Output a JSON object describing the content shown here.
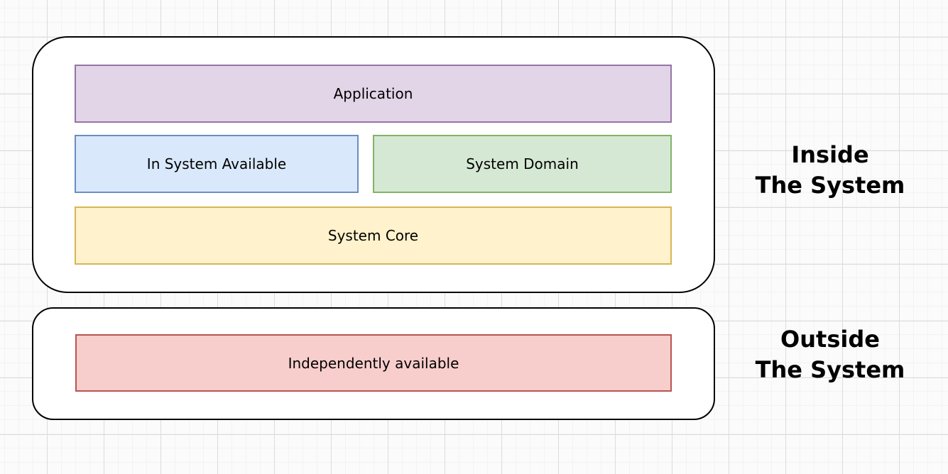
{
  "diagram": {
    "canvas": {
      "background_color": "#fbfbfb",
      "grid_minor_color": "#f3f3f3",
      "grid_major_color": "#dcdcdc",
      "container_fill": "#ffffff",
      "container_border": "#000000",
      "text_color": "#000000"
    },
    "inside_group": {
      "side_label": {
        "line1": "Inside",
        "line2": "The System"
      },
      "boxes": {
        "application": {
          "label": "Application",
          "fill": "#e1d5e7",
          "border": "#9673a6"
        },
        "in_system_available": {
          "label": "In System Available",
          "fill": "#dae8fc",
          "border": "#6c8ebf"
        },
        "system_domain": {
          "label": "System Domain",
          "fill": "#d5e8d4",
          "border": "#82b366"
        },
        "system_core": {
          "label": "System Core",
          "fill": "#fff2cc",
          "border": "#d6b656"
        }
      }
    },
    "outside_group": {
      "side_label": {
        "line1": "Outside",
        "line2": "The System"
      },
      "boxes": {
        "independently_available": {
          "label": "Independently available",
          "fill": "#f8cecc",
          "border": "#b85450"
        }
      }
    }
  }
}
